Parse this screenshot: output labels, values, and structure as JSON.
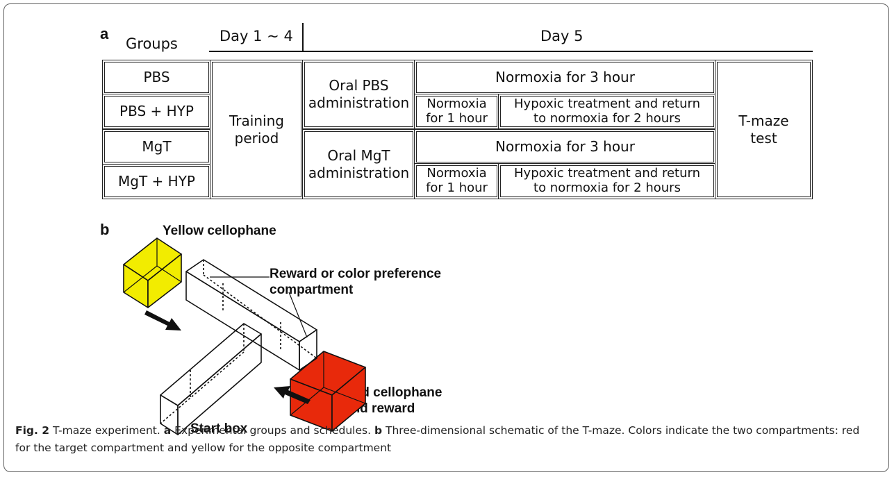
{
  "panel_a": {
    "label": "a",
    "header": {
      "groups": "Groups",
      "days_1_4": "Day 1 ~ 4",
      "day_5": "Day 5"
    },
    "groups": [
      "PBS",
      "PBS + HYP",
      "MgT",
      "MgT + HYP"
    ],
    "training": "Training\nperiod",
    "oral_pbs": "Oral PBS\nadministration",
    "oral_mgt": "Oral MgT\nadministration",
    "normoxia_3h": "Normoxia for 3 hour",
    "normoxia_1h": "Normoxia\nfor 1 hour",
    "hypoxic": "Hypoxic treatment and return\nto normoxia for 2 hours",
    "test": "T-maze\ntest"
  },
  "panel_b": {
    "label": "b",
    "yellow_label": "Yellow cellophane",
    "reward_label": "Reward or color preference\ncompartment",
    "red_label": "Red cellophane\nand reward",
    "start_label": "Start box",
    "colors": {
      "yellow": "#f2ec00",
      "red": "#e8290b"
    }
  },
  "caption": {
    "fig": "Fig. 2",
    "text1": "T-maze experiment.",
    "a": "a",
    "text2": "Experimental groups and schedules.",
    "b": "b",
    "text3": "Three-dimensional schematic of the T-maze. Colors indicate the two compartments: red for the target compartment and yellow for the opposite compartment"
  }
}
